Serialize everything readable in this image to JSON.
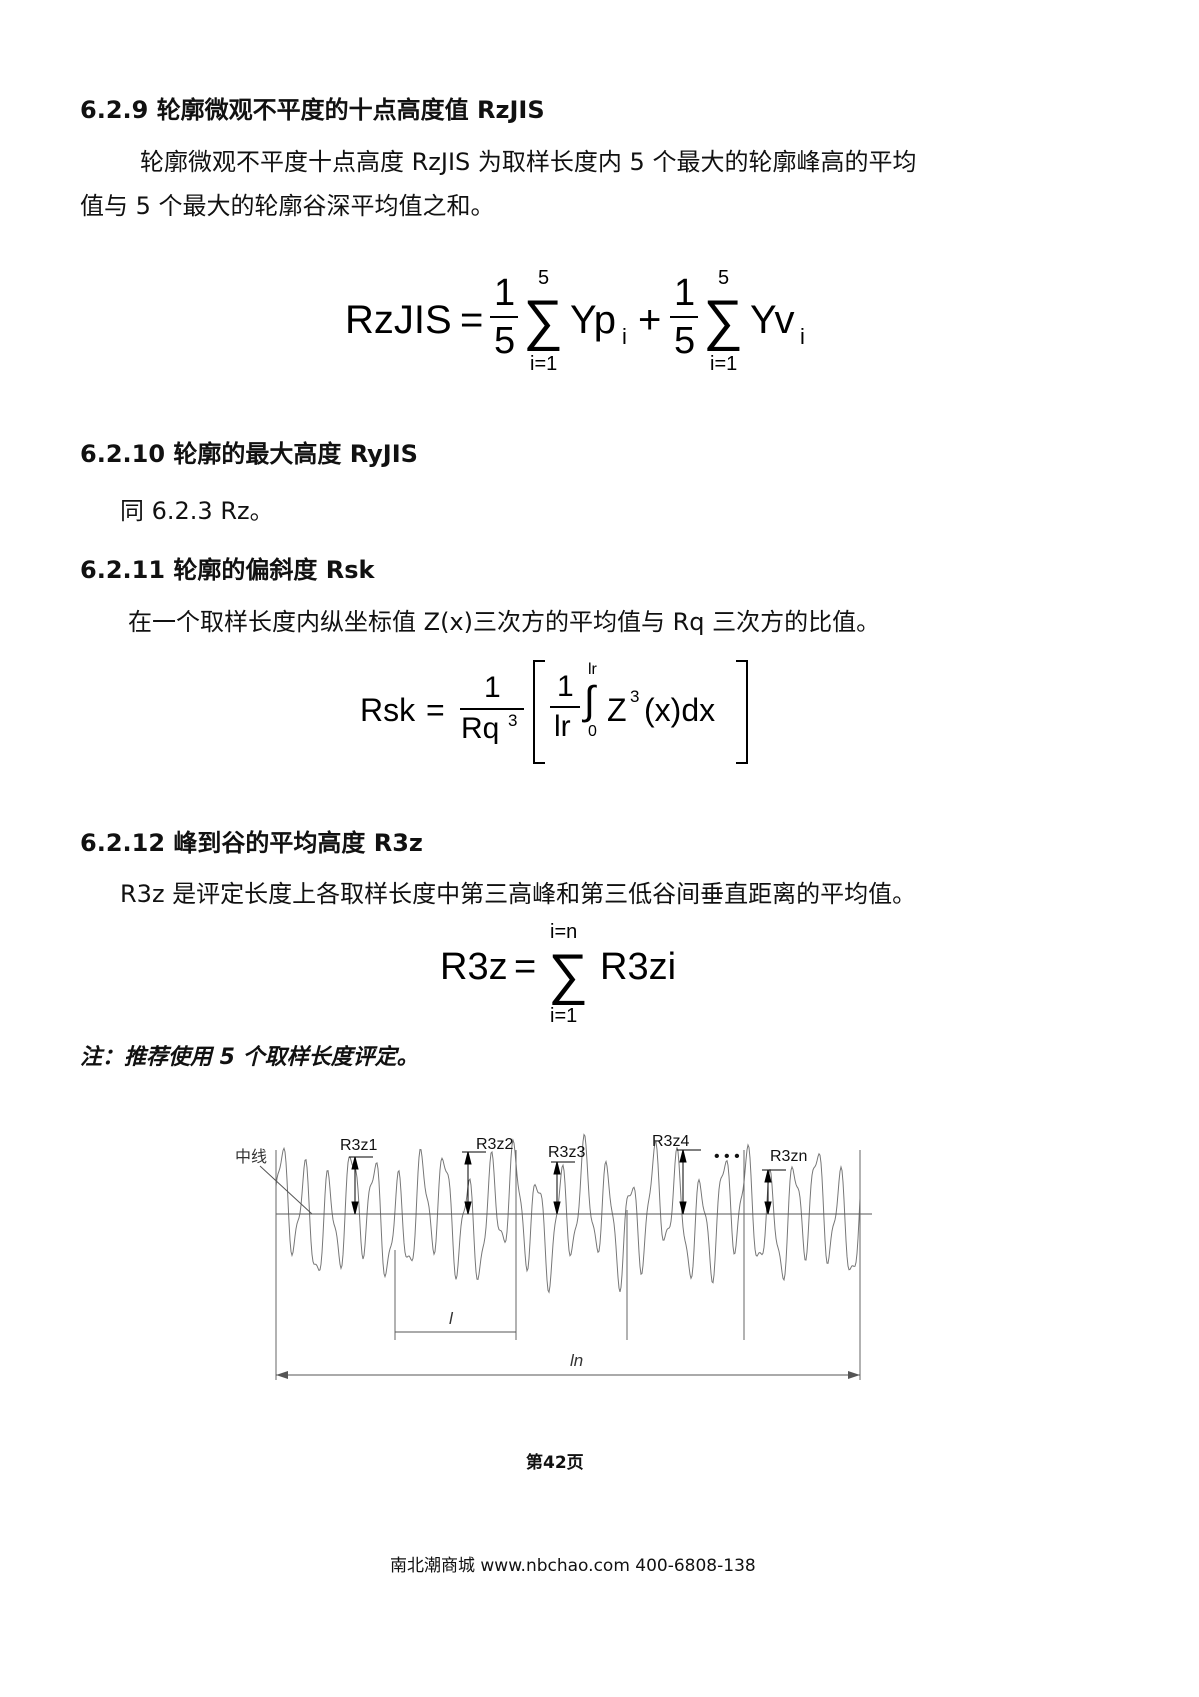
{
  "sections": [
    {
      "heading": "6.2.9 轮廓微观不平度的十点高度值 RzJIS",
      "paragraph_line1": "轮廓微观不平度十点高度 RzJIS 为取样长度内 5 个最大的轮廓峰高的平均",
      "paragraph_line2": "值与 5 个最大的轮廓谷深平均值之和。"
    },
    {
      "heading": "6.2.10 轮廓的最大高度 RyJIS",
      "paragraph": "同 6.2.3 Rz。"
    },
    {
      "heading": "6.2.11 轮廓的偏斜度 Rsk",
      "paragraph": "在一个取样长度内纵坐标值 Z(x)三次方的平均值与 Rq 三次方的比值。"
    },
    {
      "heading": "6.2.12 峰到谷的平均高度 R3z",
      "paragraph": "R3z 是评定长度上各取样长度中第三高峰和第三低谷间垂直距离的平均值。"
    }
  ],
  "formula_rzjis": {
    "lhs": "RzJIS",
    "eq": "=",
    "num": "1",
    "den": "5",
    "sum": "∑",
    "upper": "5",
    "lower": "i=1",
    "term1": "Yp",
    "sub1": "i",
    "plus": "+",
    "term2": "Yv",
    "sub2": "i"
  },
  "formula_rsk": {
    "lhs": "Rsk",
    "eq": "=",
    "num": "1",
    "den": "Rq",
    "den_exp": "3",
    "inner_num": "1",
    "inner_den": "lr",
    "int": "∫",
    "upper": "lr",
    "lower": "0",
    "integrand": "Z",
    "exp": "3",
    "arg": "(x)dx"
  },
  "formula_r3z": {
    "lhs": "R3z",
    "eq": "=",
    "sum": "∑",
    "upper": "i=n",
    "lower": "i=1",
    "term": "R3zi"
  },
  "note": "注：推荐使用 5 个取样长度评定。",
  "diagram": {
    "midline_label": "中线",
    "labels": [
      "R3z1",
      "R3z2",
      "R3z3",
      "R3z4"
    ],
    "dots": "• • •",
    "last_label": "R3zn",
    "sampling_length": "l",
    "evaluation_length": "ln"
  },
  "page_number": "第42页",
  "footer": "南北潮商城 www.nbchao.com 400-6808-138"
}
